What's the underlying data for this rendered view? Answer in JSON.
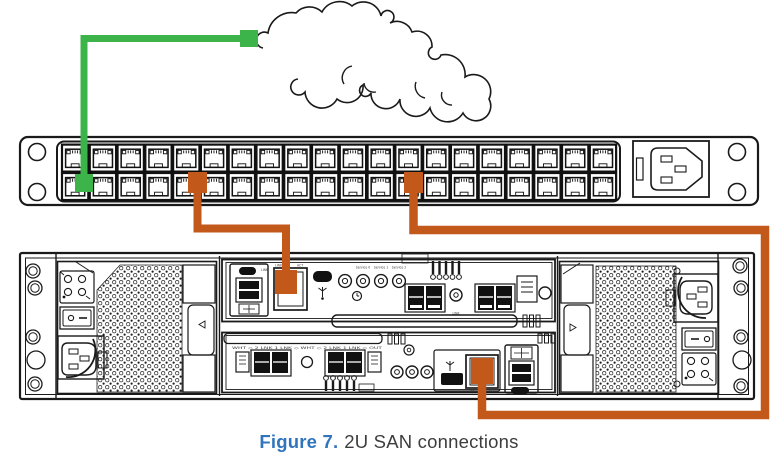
{
  "figure": {
    "caption_label": "Figure 7.",
    "caption_text": "2U SAN connections",
    "kind": "hardware cabling diagram"
  },
  "colors": {
    "lan_cable": "#3cb44a",
    "mgmt_cable": "#c2591b",
    "caption_accent": "#3074be",
    "line_art": "#1a1a1a"
  },
  "cloud": {
    "meaning": "external network / LAN cloud"
  },
  "switch": {
    "port_rows": 2,
    "port_columns": 20,
    "power_inlet": "IEC C14 inlet"
  },
  "enclosure": {
    "description": "2U SAN rear view: two power supplies flanking two stacked controller modules",
    "controller_a": {
      "labels": {
        "link": "LINK",
        "act": "ACT",
        "service": [
          "Service 0",
          "Service 1",
          "Service 2"
        ],
        "top_box": "0 1",
        "sfp_link": "LINK",
        "module_link": "LINK"
      }
    },
    "controller_b": {
      "labels": {
        "row": "WHT ◇ 2 LNK  1 LNK ◇  WHT  ◇ 2 LNK  1 LNK ◇ OUT",
        "lnk": "LNK",
        "act": "ACT"
      }
    }
  },
  "connections": [
    {
      "from": "network cloud",
      "to": "switch bottom-row port 1",
      "color": "green"
    },
    {
      "from": "switch bottom-row port 5",
      "to": "controller A management Ethernet port",
      "color": "orange"
    },
    {
      "from": "switch bottom-row port 13",
      "to": "controller B management Ethernet port",
      "color": "orange"
    }
  ]
}
